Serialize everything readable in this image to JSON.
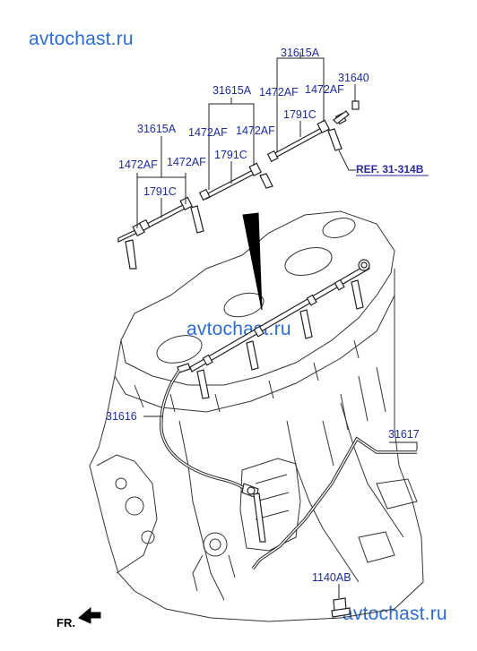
{
  "watermarks": {
    "top": "avtochast.ru",
    "middle": "avtochast.ru",
    "bottom": "avtochast.ru"
  },
  "labels": {
    "p31615a_left": "31615A",
    "p31615a_mid": "31615A",
    "p31615a_right": "31615A",
    "p1472af_l1": "1472AF",
    "p1472af_l2": "1472AF",
    "p1472af_m1": "1472AF",
    "p1472af_m2": "1472AF",
    "p1472af_r1": "1472AF",
    "p1472af_r2": "1472AF",
    "p1791c_left": "1791C",
    "p1791c_mid": "1791C",
    "p1791c_right": "1791C",
    "p31640": "31640",
    "ref": "REF. 31-314B",
    "p31616": "31616",
    "p31617": "31617",
    "p1140ab": "1140AB",
    "fr": "FR."
  }
}
